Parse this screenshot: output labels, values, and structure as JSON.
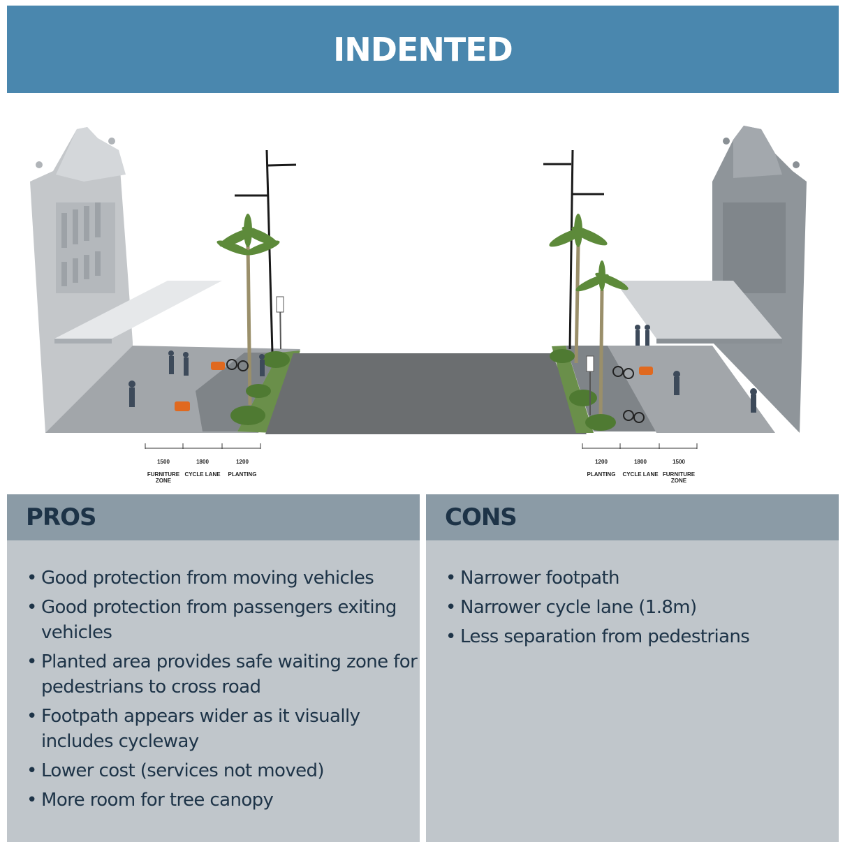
{
  "title": "INDENTED",
  "dimensions_left": [
    {
      "value": "1500",
      "label": "FURNITURE\nZONE"
    },
    {
      "value": "1800",
      "label": "CYCLE LANE"
    },
    {
      "value": "1200",
      "label": "PLANTING"
    }
  ],
  "dimensions_right": [
    {
      "value": "1200",
      "label": "PLANTING"
    },
    {
      "value": "1800",
      "label": "CYCLE LANE"
    },
    {
      "value": "1500",
      "label": "FURNITURE\nZONE"
    }
  ],
  "pros": {
    "heading": "PROS",
    "items": [
      "Good protection from moving vehicles",
      "Good protection from passengers exiting vehicles",
      "Planted area provides safe waiting zone for pedestrians to cross road",
      "Footpath appears wider as it visually includes cycleway",
      "Lower cost (services not moved)",
      "More room for tree canopy"
    ]
  },
  "cons": {
    "heading": "CONS",
    "items": [
      "Narrower footpath",
      "Narrower cycle lane (1.8m)",
      "Less separation from pedestrians"
    ]
  },
  "colors": {
    "banner": "#4a87ae",
    "panel_header": "#8b9ba6",
    "panel_body": "#c0c6cb",
    "text_dark": "#1d3347"
  }
}
